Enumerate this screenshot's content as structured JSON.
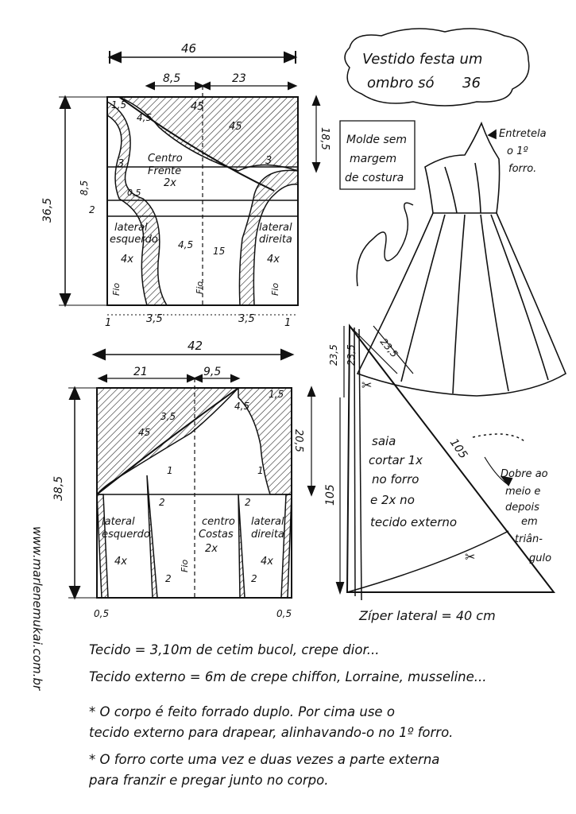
{
  "title": {
    "line1": "Vestido festa um",
    "line2": "ombro só",
    "size": "36"
  },
  "molde_note": [
    "Molde sem",
    "margem",
    "de costura"
  ],
  "entretela_note": [
    "Entretela",
    "o 1º",
    "forro."
  ],
  "signature": "Marlene Mukai",
  "url": "www.marlenemukai.com.br",
  "front": {
    "dim_width": "46",
    "dim_left": "8,5",
    "dim_right": "23",
    "dim_height": "36,5",
    "dim_upper": "18,5",
    "dim_85": "8,5",
    "dim_2": "2",
    "label_15": "1,5",
    "label_4": "4,5",
    "label_45": "45",
    "label_45b": "45",
    "label_3a": "3",
    "label_3b": "3",
    "label_05": "0,5",
    "label_4b": "4,5",
    "label_15b": "15",
    "centro": [
      "Centro",
      "Frente",
      "2x"
    ],
    "lat_esq": [
      "lateral",
      "esquerdo",
      "4x"
    ],
    "lat_dir": [
      "lateral",
      "direita",
      "4x"
    ],
    "fio": "Fio",
    "bottom_1a": "1",
    "bottom_35a": "3,5",
    "bottom_35b": "3,5",
    "bottom_1b": "1"
  },
  "back": {
    "dim_width": "42",
    "dim_left": "21",
    "dim_right": "9,5",
    "dim_height": "38,5",
    "dim_upper": "20,5",
    "label_15": "1,5",
    "label_4": "4,5",
    "label_35": "3,5",
    "label_45": "45",
    "label_1a": "1",
    "label_1b": "1",
    "label_2a": "2",
    "label_2b": "2",
    "label_2c": "2",
    "label_2d": "2",
    "centro": [
      "centro",
      "Costas",
      "2x"
    ],
    "lat_esq": [
      "lateral",
      "esquerdo",
      "4x"
    ],
    "lat_dir": [
      "lateral",
      "direita",
      "4x"
    ],
    "fio": "Fio",
    "bottom_05a": "0,5",
    "bottom_05b": "0,5"
  },
  "skirt": {
    "dim_top1": "23,5",
    "dim_top2": "23,5",
    "dim_left": "105",
    "dim_diag": "105",
    "text": [
      "saia",
      "cortar 1x",
      "no forro",
      "e 2x no",
      "tecido externo"
    ],
    "dobre": [
      "Dobre ao",
      "meio e",
      "depois",
      "em",
      "triân-",
      "gulo"
    ],
    "zipper": "Zíper lateral = 40 cm"
  },
  "notes": {
    "tecido": "Tecido = 3,10m de cetim bucol, crepe dior...",
    "tecido_externo": "Tecido externo = 6m de crepe chiffon, Lorraine, musseline...",
    "n1a": "* O corpo é feito forrado duplo. Por cima use o",
    "n1b": "tecido externo para drapear, alinhavando-o no 1º forro.",
    "n2a": "* O forro corte uma vez e duas vezes a parte externa",
    "n2b": "para franzir e pregar junto no corpo."
  }
}
